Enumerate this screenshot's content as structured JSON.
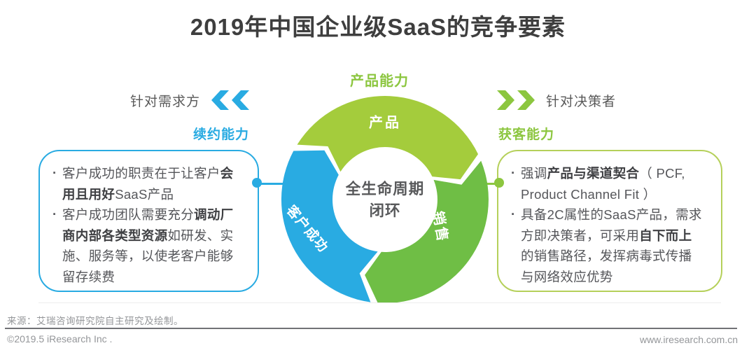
{
  "title": "2019年中国企业级SaaS的竞争要素",
  "annotations": {
    "top_ability": "产品能力",
    "left_target": "针对需求方",
    "left_ability": "续约能力",
    "right_target": "针对决策者",
    "right_ability": "获客能力"
  },
  "ring": {
    "segments": [
      {
        "id": "product",
        "label": "产品",
        "color": "#A4CC3C"
      },
      {
        "id": "sales",
        "label": "销售",
        "color": "#6FBE45"
      },
      {
        "id": "customer-success",
        "label": "客户成功",
        "color": "#29ABE2"
      }
    ],
    "center_line1": "全生命周期",
    "center_line2": "闭环"
  },
  "left_box": {
    "bullet_char": "·",
    "bullets": [
      [
        {
          "t": "客户成功的职责在于让客户",
          "b": false
        },
        {
          "t": "会用且用好",
          "b": true
        },
        {
          "t": "SaaS产品",
          "b": false
        }
      ],
      [
        {
          "t": "客户成功团队需要充分",
          "b": false
        },
        {
          "t": "调动厂商内部各类型资源",
          "b": true
        },
        {
          "t": "如研发、实施、服务等，以使老客户能够留存续费",
          "b": false
        }
      ]
    ]
  },
  "right_box": {
    "bullet_char": "·",
    "bullets": [
      [
        {
          "t": "强调",
          "b": false
        },
        {
          "t": "产品与渠道契合",
          "b": true
        },
        {
          "t": "（ PCF, Product Channel Fit ）",
          "b": false
        }
      ],
      [
        {
          "t": "具备2C属性的SaaS产品，需求方即决策者，可采用",
          "b": false
        },
        {
          "t": "自下而上",
          "b": true
        },
        {
          "t": "的销售路径，发挥病毒式传播与网络效应优势",
          "b": false
        }
      ]
    ]
  },
  "footer": {
    "source": "来源：艾瑞咨询研究院自主研究及绘制。",
    "copyright": "©2019.5 iResearch Inc .",
    "website": "www.iresearch.com.cn"
  },
  "colors": {
    "blue": "#29ABE2",
    "green": "#8CC63F",
    "light_green": "#A4CC3C",
    "ring_green": "#6FBE45",
    "right_box_border": "#B5D05A",
    "title_text": "#3E3E3E",
    "body_text": "#55565A",
    "footer_text": "#949699"
  }
}
